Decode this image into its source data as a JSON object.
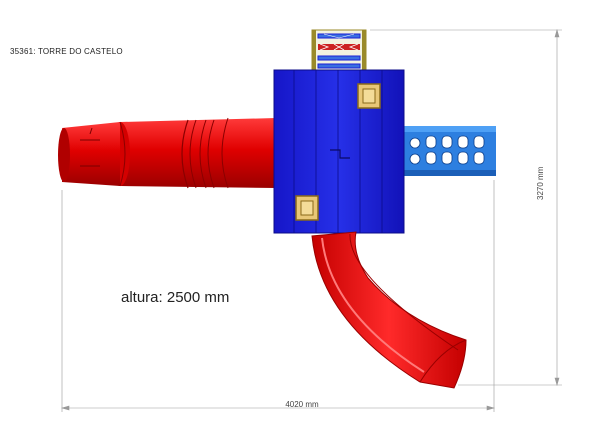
{
  "drawing": {
    "title": "35361: TORRE DO CASTELO",
    "height_label": "altura: 2500 mm",
    "width_dimension": "4020 mm",
    "height_dimension": "3270 mm"
  },
  "colors": {
    "tower_blue": "#1a1fd6",
    "slide_red": "#e00000",
    "bridge_blue": "#2d7fe0",
    "window_tan": "#e8c777",
    "ladder_olive": "#9a8a2a"
  }
}
